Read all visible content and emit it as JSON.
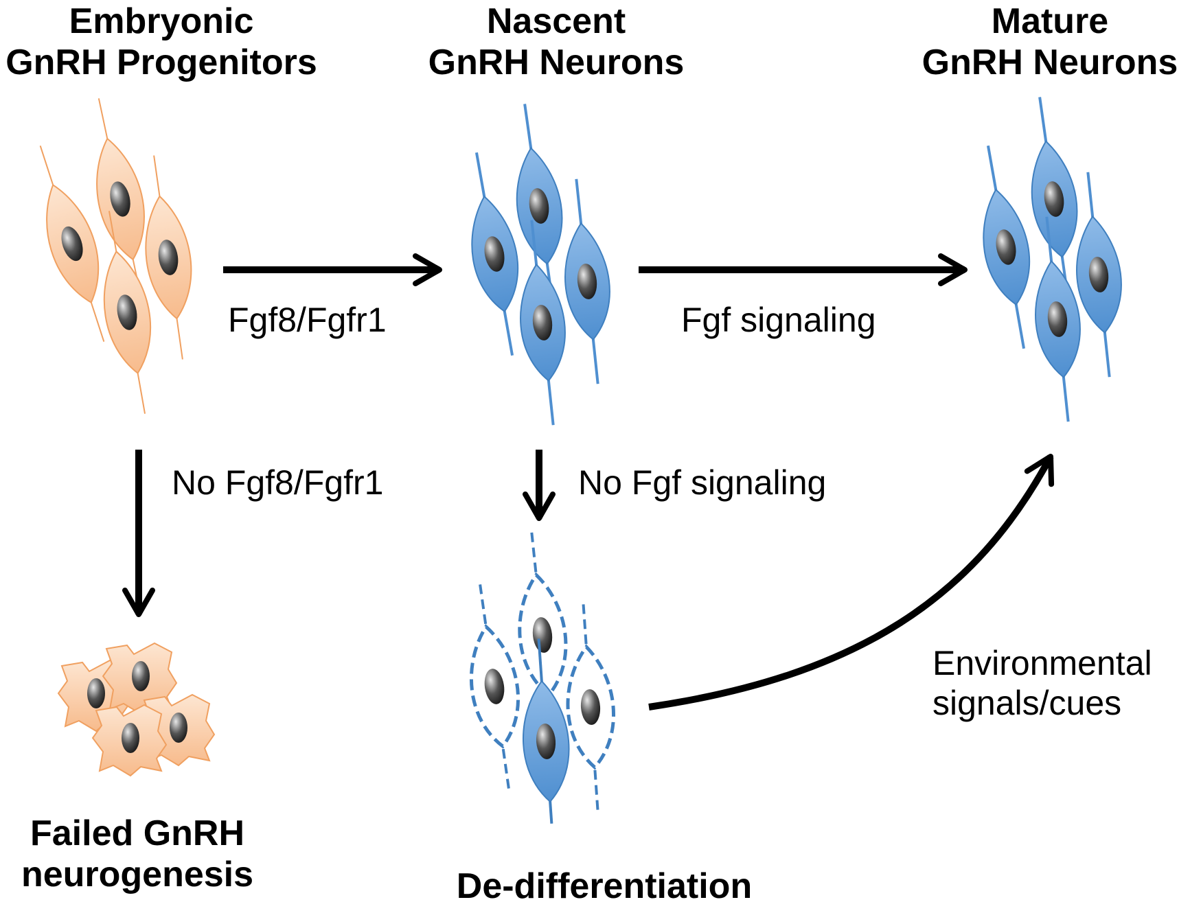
{
  "stages": {
    "progenitors": {
      "line1": "Embryonic",
      "line2": "GnRH Progenitors"
    },
    "nascent": {
      "line1": "Nascent",
      "line2": "GnRH Neurons"
    },
    "mature": {
      "line1": "Mature",
      "line2": "GnRH Neurons"
    },
    "failed": {
      "line1": "Failed GnRH",
      "line2": "neurogenesis"
    },
    "dedifferentiation": {
      "line1": "De-differentiation"
    }
  },
  "arrows": {
    "progenitor_to_nascent": "Fgf8/Fgfr1",
    "nascent_to_mature": "Fgf signaling",
    "progenitor_to_failed": "No Fgf8/Fgfr1",
    "nascent_to_dediff": "No Fgf signaling",
    "dediff_to_mature": {
      "line1": "Environmental",
      "line2": "signals/cues"
    }
  },
  "colors": {
    "progenitor_fill": "#f9c7a0",
    "progenitor_stroke": "#f0a060",
    "neuron_fill": "#5b9bd5",
    "neuron_stroke": "#3f7fbf",
    "arrow": "#000000",
    "nucleus": "#333333"
  }
}
